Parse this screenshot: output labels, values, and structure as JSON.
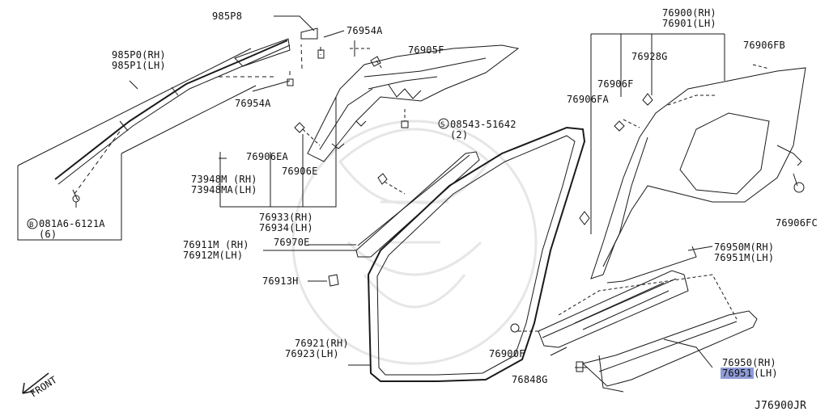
{
  "labels": {
    "p985p8": "985P8",
    "p76954a_top": "76954A",
    "p985p0": "985P0(RH)",
    "p985p1": "985P1(LH)",
    "p76905f": "76905F",
    "p76954a_mid": "76954A",
    "p08543": "08543-51642",
    "p08543_qty": "(2)",
    "p081a6": "081A6-6121A",
    "p081a6_qty": "(6)",
    "p76906ea": "76906EA",
    "p76906e": "76906E",
    "p73948m": "73948M (RH)",
    "p73948ma": "73948MA(LH)",
    "p76933": "76933(RH)",
    "p76934": "76934(LH)",
    "p76911m": "76911M (RH)",
    "p76912m": "76912M(LH)",
    "p76970e": "76970E",
    "p76913h": "76913H",
    "p76921": "76921(RH)",
    "p76923": "76923(LH)",
    "p76900": "76900(RH)",
    "p76901": "76901(LH)",
    "p76928g": "76928G",
    "p76906fb": "76906FB",
    "p76906f": "76906F",
    "p76906fa": "76906FA",
    "p76906fc": "76906FC",
    "p76950m": "76950M(RH)",
    "p76951m": "76951M(LH)",
    "p76900f": "76900F",
    "p76848g": "76848G",
    "p76950": "76950(RH)",
    "p76951_prefix": "76951",
    "p76951_suffix": "(LH)",
    "front": "FRONT",
    "diagram_code": "J76900JR"
  },
  "symbols": {
    "bolt_prefix": "B",
    "screw_prefix": "S"
  },
  "colors": {
    "line": "#1a1a1a",
    "highlight": "#8f9bd6",
    "watermark": "#e6e6e6"
  }
}
